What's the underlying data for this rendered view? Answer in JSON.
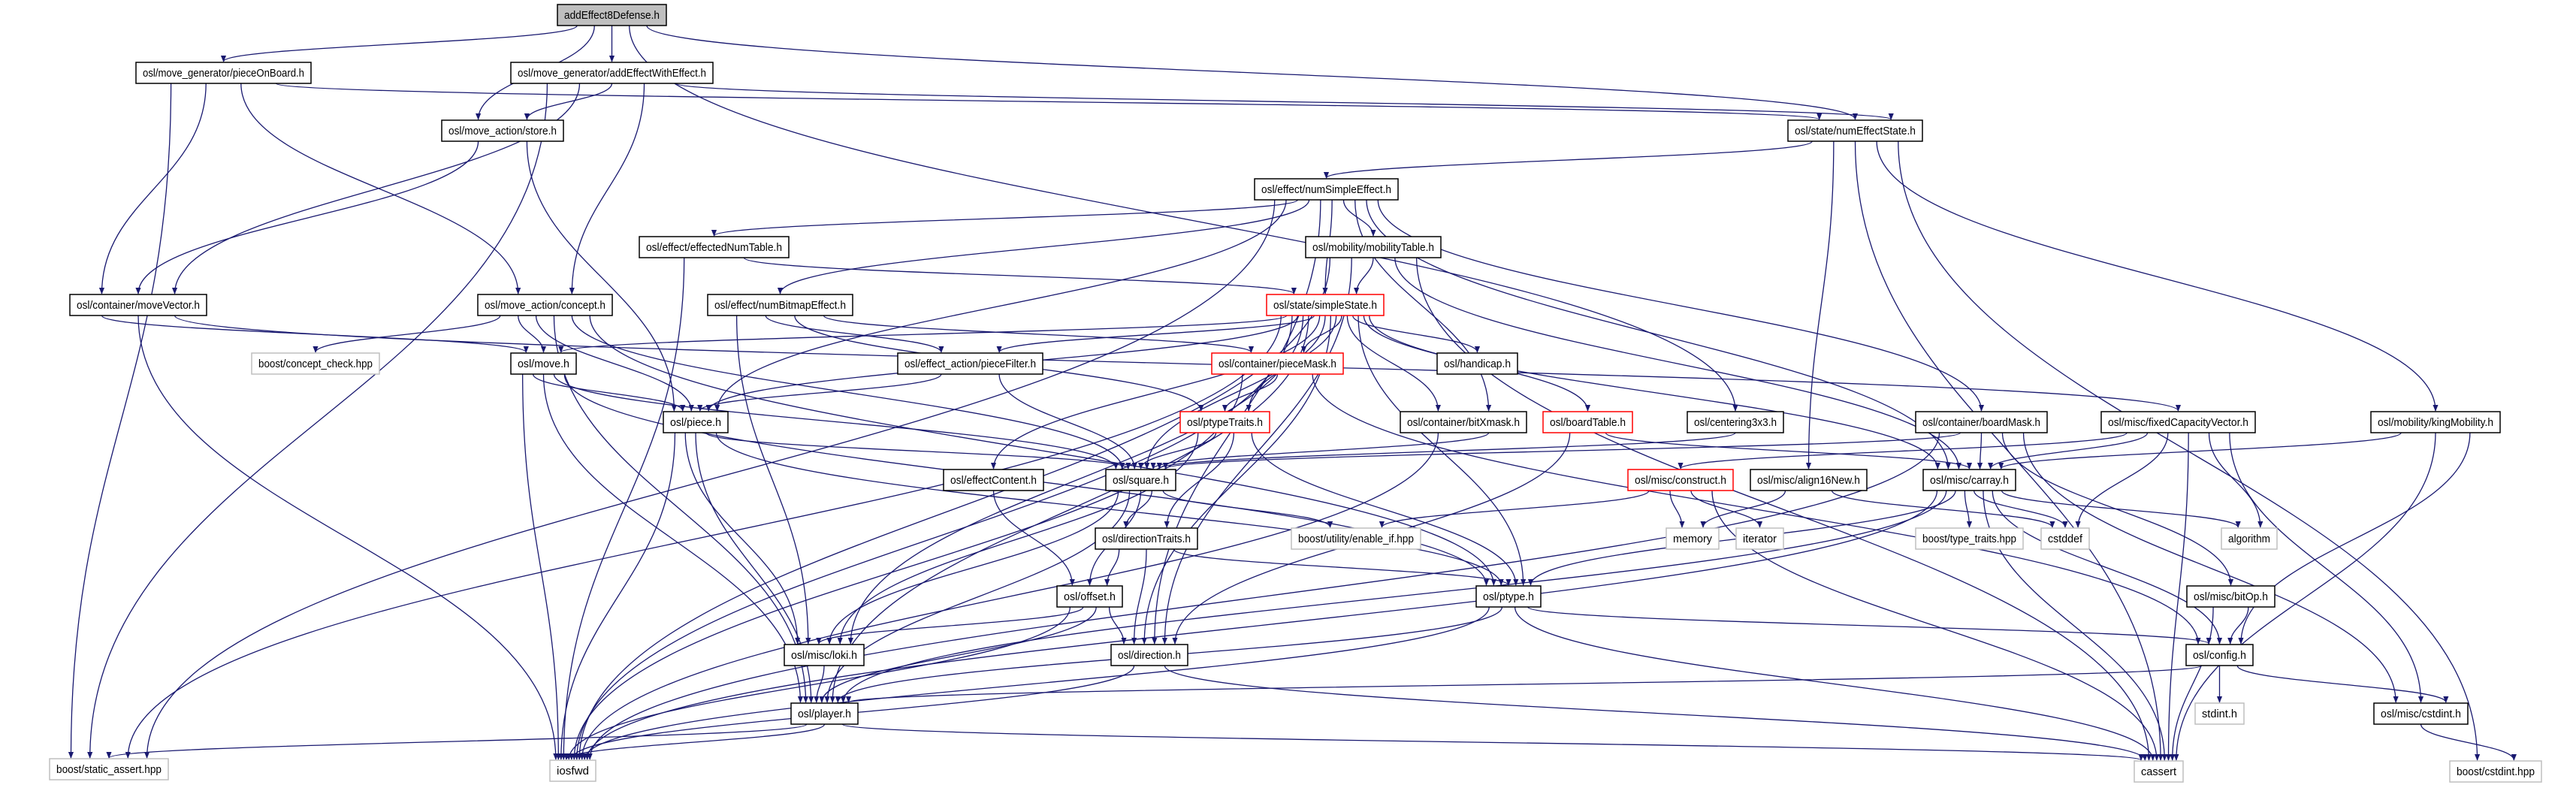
{
  "colors": {
    "edge": "#191970",
    "root_fill": "#bfbfbf",
    "node_border": "#000000",
    "truncated_border": "#ff0000",
    "external_border": "#bfbfbf"
  },
  "nodes": [
    {
      "id": "root",
      "label": "addEffect8Defense.h",
      "style": "root"
    },
    {
      "id": "pieceOnBoard",
      "label": "osl/move_generator/pieceOnBoard.h",
      "style": "normal"
    },
    {
      "id": "addEffectWithEffect",
      "label": "osl/move_generator/addEffectWithEffect.h",
      "style": "normal"
    },
    {
      "id": "store",
      "label": "osl/move_action/store.h",
      "style": "normal"
    },
    {
      "id": "numEffectState",
      "label": "osl/state/numEffectState.h",
      "style": "normal"
    },
    {
      "id": "numSimpleEffect",
      "label": "osl/effect/numSimpleEffect.h",
      "style": "normal"
    },
    {
      "id": "effectedNumTable",
      "label": "osl/effect/effectedNumTable.h",
      "style": "normal"
    },
    {
      "id": "mobilityTable",
      "label": "osl/mobility/mobilityTable.h",
      "style": "normal"
    },
    {
      "id": "moveVector",
      "label": "osl/container/moveVector.h",
      "style": "normal"
    },
    {
      "id": "concept",
      "label": "osl/move_action/concept.h",
      "style": "normal"
    },
    {
      "id": "numBitmapEffect",
      "label": "osl/effect/numBitmapEffect.h",
      "style": "normal"
    },
    {
      "id": "simpleState",
      "label": "osl/state/simpleState.h",
      "style": "truncated"
    },
    {
      "id": "conceptCheck",
      "label": "boost/concept_check.hpp",
      "style": "external"
    },
    {
      "id": "move",
      "label": "osl/move.h",
      "style": "normal"
    },
    {
      "id": "pieceFilter",
      "label": "osl/effect_action/pieceFilter.h",
      "style": "normal"
    },
    {
      "id": "pieceMask",
      "label": "osl/container/pieceMask.h",
      "style": "truncated"
    },
    {
      "id": "handicap",
      "label": "osl/handicap.h",
      "style": "normal"
    },
    {
      "id": "piece",
      "label": "osl/piece.h",
      "style": "normal"
    },
    {
      "id": "ptypeTraits",
      "label": "osl/ptypeTraits.h",
      "style": "truncated"
    },
    {
      "id": "bitXmask",
      "label": "osl/container/bitXmask.h",
      "style": "normal"
    },
    {
      "id": "boardTable",
      "label": "osl/boardTable.h",
      "style": "truncated"
    },
    {
      "id": "centering3x3",
      "label": "osl/centering3x3.h",
      "style": "normal"
    },
    {
      "id": "boardMask",
      "label": "osl/container/boardMask.h",
      "style": "normal"
    },
    {
      "id": "fixedCapacityVector",
      "label": "osl/misc/fixedCapacityVector.h",
      "style": "normal"
    },
    {
      "id": "kingMobility",
      "label": "osl/mobility/kingMobility.h",
      "style": "normal"
    },
    {
      "id": "effectContent",
      "label": "osl/effectContent.h",
      "style": "normal"
    },
    {
      "id": "square",
      "label": "osl/square.h",
      "style": "normal"
    },
    {
      "id": "construct",
      "label": "osl/misc/construct.h",
      "style": "truncated"
    },
    {
      "id": "align16New",
      "label": "osl/misc/align16New.h",
      "style": "normal"
    },
    {
      "id": "carray",
      "label": "osl/misc/carray.h",
      "style": "normal"
    },
    {
      "id": "directionTraits",
      "label": "osl/directionTraits.h",
      "style": "normal"
    },
    {
      "id": "enableIf",
      "label": "boost/utility/enable_if.hpp",
      "style": "external"
    },
    {
      "id": "memory",
      "label": "memory",
      "style": "external"
    },
    {
      "id": "iterator",
      "label": "iterator",
      "style": "external"
    },
    {
      "id": "typeTraits",
      "label": "boost/type_traits.hpp",
      "style": "external"
    },
    {
      "id": "cstddef",
      "label": "cstddef",
      "style": "external"
    },
    {
      "id": "algorithm",
      "label": "algorithm",
      "style": "external"
    },
    {
      "id": "offset",
      "label": "osl/offset.h",
      "style": "normal"
    },
    {
      "id": "ptype",
      "label": "osl/ptype.h",
      "style": "normal"
    },
    {
      "id": "bitOp",
      "label": "osl/misc/bitOp.h",
      "style": "normal"
    },
    {
      "id": "loki",
      "label": "osl/misc/loki.h",
      "style": "normal"
    },
    {
      "id": "direction",
      "label": "osl/direction.h",
      "style": "normal"
    },
    {
      "id": "config",
      "label": "osl/config.h",
      "style": "normal"
    },
    {
      "id": "player",
      "label": "osl/player.h",
      "style": "normal"
    },
    {
      "id": "stdint",
      "label": "stdint.h",
      "style": "external"
    },
    {
      "id": "cstdint",
      "label": "osl/misc/cstdint.h",
      "style": "normal"
    },
    {
      "id": "staticAssert",
      "label": "boost/static_assert.hpp",
      "style": "external"
    },
    {
      "id": "iosfwd",
      "label": "iosfwd",
      "style": "external"
    },
    {
      "id": "cassert",
      "label": "cassert",
      "style": "external"
    },
    {
      "id": "boostCstdint",
      "label": "boost/cstdint.hpp",
      "style": "external"
    }
  ],
  "edges": [
    [
      "root",
      "pieceOnBoard"
    ],
    [
      "root",
      "addEffectWithEffect"
    ],
    [
      "root",
      "store"
    ],
    [
      "root",
      "numEffectState"
    ],
    [
      "root",
      "centering3x3"
    ],
    [
      "pieceOnBoard",
      "staticAssert"
    ],
    [
      "pieceOnBoard",
      "moveVector"
    ],
    [
      "pieceOnBoard",
      "concept"
    ],
    [
      "pieceOnBoard",
      "numEffectState"
    ],
    [
      "addEffectWithEffect",
      "staticAssert"
    ],
    [
      "addEffectWithEffect",
      "moveVector"
    ],
    [
      "addEffectWithEffect",
      "store"
    ],
    [
      "addEffectWithEffect",
      "concept"
    ],
    [
      "addEffectWithEffect",
      "numEffectState"
    ],
    [
      "store",
      "moveVector"
    ],
    [
      "store",
      "piece"
    ],
    [
      "numEffectState",
      "numSimpleEffect"
    ],
    [
      "numEffectState",
      "align16New"
    ],
    [
      "numEffectState",
      "kingMobility"
    ],
    [
      "numEffectState",
      "boostCstdint"
    ],
    [
      "numEffectState",
      "cassert"
    ],
    [
      "numSimpleEffect",
      "effectedNumTable"
    ],
    [
      "numSimpleEffect",
      "mobilityTable"
    ],
    [
      "numSimpleEffect",
      "simpleState"
    ],
    [
      "numSimpleEffect",
      "numBitmapEffect"
    ],
    [
      "numSimpleEffect",
      "staticAssert"
    ],
    [
      "numSimpleEffect",
      "piece"
    ],
    [
      "numSimpleEffect",
      "carray"
    ],
    [
      "numSimpleEffect",
      "boardMask"
    ],
    [
      "numSimpleEffect",
      "bitXmask"
    ],
    [
      "numSimpleEffect",
      "direction"
    ],
    [
      "effectedNumTable",
      "simpleState"
    ],
    [
      "effectedNumTable",
      "iosfwd"
    ],
    [
      "mobilityTable",
      "simpleState"
    ],
    [
      "mobilityTable",
      "carray"
    ],
    [
      "mobilityTable",
      "cassert"
    ],
    [
      "mobilityTable",
      "direction"
    ],
    [
      "mobilityTable",
      "iosfwd"
    ],
    [
      "moveVector",
      "move"
    ],
    [
      "moveVector",
      "fixedCapacityVector"
    ],
    [
      "moveVector",
      "iosfwd"
    ],
    [
      "concept",
      "conceptCheck"
    ],
    [
      "concept",
      "move"
    ],
    [
      "concept",
      "piece"
    ],
    [
      "concept",
      "square"
    ],
    [
      "concept",
      "ptype"
    ],
    [
      "concept",
      "player"
    ],
    [
      "numBitmapEffect",
      "pieceMask"
    ],
    [
      "numBitmapEffect",
      "loki"
    ],
    [
      "numBitmapEffect",
      "ptypeTraits"
    ],
    [
      "numBitmapEffect",
      "pieceFilter"
    ],
    [
      "simpleState",
      "pieceMask"
    ],
    [
      "simpleState",
      "handicap"
    ],
    [
      "simpleState",
      "ptypeTraits"
    ],
    [
      "simpleState",
      "bitXmask"
    ],
    [
      "simpleState",
      "boardTable"
    ],
    [
      "simpleState",
      "carray"
    ],
    [
      "simpleState",
      "piece"
    ],
    [
      "simpleState",
      "square"
    ],
    [
      "simpleState",
      "player"
    ],
    [
      "simpleState",
      "move"
    ],
    [
      "simpleState",
      "loki"
    ],
    [
      "simpleState",
      "iosfwd"
    ],
    [
      "simpleState",
      "direction"
    ],
    [
      "simpleState",
      "pieceFilter"
    ],
    [
      "simpleState",
      "effectContent"
    ],
    [
      "simpleState",
      "ptype"
    ],
    [
      "simpleState",
      "staticAssert"
    ],
    [
      "move",
      "piece"
    ],
    [
      "move",
      "square"
    ],
    [
      "move",
      "ptype"
    ],
    [
      "move",
      "player"
    ],
    [
      "move",
      "iosfwd"
    ],
    [
      "pieceFilter",
      "piece"
    ],
    [
      "pieceFilter",
      "square"
    ],
    [
      "pieceMask",
      "ptypeTraits"
    ],
    [
      "pieceMask",
      "config"
    ],
    [
      "pieceMask",
      "iosfwd"
    ],
    [
      "piece",
      "square"
    ],
    [
      "piece",
      "ptype"
    ],
    [
      "piece",
      "player"
    ],
    [
      "piece",
      "loki"
    ],
    [
      "piece",
      "iosfwd"
    ],
    [
      "ptypeTraits",
      "square"
    ],
    [
      "ptypeTraits",
      "directionTraits"
    ],
    [
      "ptypeTraits",
      "ptype"
    ],
    [
      "ptypeTraits",
      "loki"
    ],
    [
      "bitXmask",
      "square"
    ],
    [
      "bitXmask",
      "iosfwd"
    ],
    [
      "boardTable",
      "direction"
    ],
    [
      "boardTable",
      "carray"
    ],
    [
      "centering3x3",
      "square"
    ],
    [
      "boardMask",
      "carray"
    ],
    [
      "boardMask",
      "square"
    ],
    [
      "boardMask",
      "bitOp"
    ],
    [
      "boardMask",
      "cstdint"
    ],
    [
      "boardMask",
      "iosfwd"
    ],
    [
      "fixedCapacityVector",
      "carray"
    ],
    [
      "fixedCapacityVector",
      "construct"
    ],
    [
      "fixedCapacityVector",
      "cstddef"
    ],
    [
      "fixedCapacityVector",
      "algorithm"
    ],
    [
      "fixedCapacityVector",
      "cassert"
    ],
    [
      "fixedCapacityVector",
      "cstdint"
    ],
    [
      "kingMobility",
      "carray"
    ],
    [
      "kingMobility",
      "config"
    ],
    [
      "kingMobility",
      "cassert"
    ],
    [
      "effectContent",
      "offset"
    ],
    [
      "square",
      "directionTraits"
    ],
    [
      "square",
      "offset"
    ],
    [
      "square",
      "enableIf"
    ],
    [
      "square",
      "loki"
    ],
    [
      "square",
      "player"
    ],
    [
      "construct",
      "enableIf"
    ],
    [
      "construct",
      "memory"
    ],
    [
      "construct",
      "iterator"
    ],
    [
      "construct",
      "cassert"
    ],
    [
      "align16New",
      "memory"
    ],
    [
      "align16New",
      "cstddef"
    ],
    [
      "carray",
      "typeTraits"
    ],
    [
      "carray",
      "cstddef"
    ],
    [
      "carray",
      "algorithm"
    ],
    [
      "carray",
      "config"
    ],
    [
      "carray",
      "cassert"
    ],
    [
      "carray",
      "ptype"
    ],
    [
      "carray",
      "player"
    ],
    [
      "carray",
      "iosfwd"
    ],
    [
      "directionTraits",
      "offset"
    ],
    [
      "directionTraits",
      "direction"
    ],
    [
      "directionTraits",
      "ptype"
    ],
    [
      "offset",
      "loki"
    ],
    [
      "offset",
      "player"
    ],
    [
      "offset",
      "direction"
    ],
    [
      "offset",
      "iosfwd"
    ],
    [
      "ptype",
      "config"
    ],
    [
      "ptype",
      "player"
    ],
    [
      "ptype",
      "iosfwd"
    ],
    [
      "ptype",
      "cassert"
    ],
    [
      "bitOp",
      "config"
    ],
    [
      "bitOp",
      "cassert"
    ],
    [
      "loki",
      "player"
    ],
    [
      "direction",
      "iosfwd"
    ],
    [
      "direction",
      "cassert"
    ],
    [
      "config",
      "player"
    ],
    [
      "config",
      "stdint"
    ],
    [
      "config",
      "cstdint"
    ],
    [
      "player",
      "staticAssert"
    ],
    [
      "player",
      "iosfwd"
    ],
    [
      "player",
      "cassert"
    ],
    [
      "cstdint",
      "boostCstdint"
    ]
  ]
}
